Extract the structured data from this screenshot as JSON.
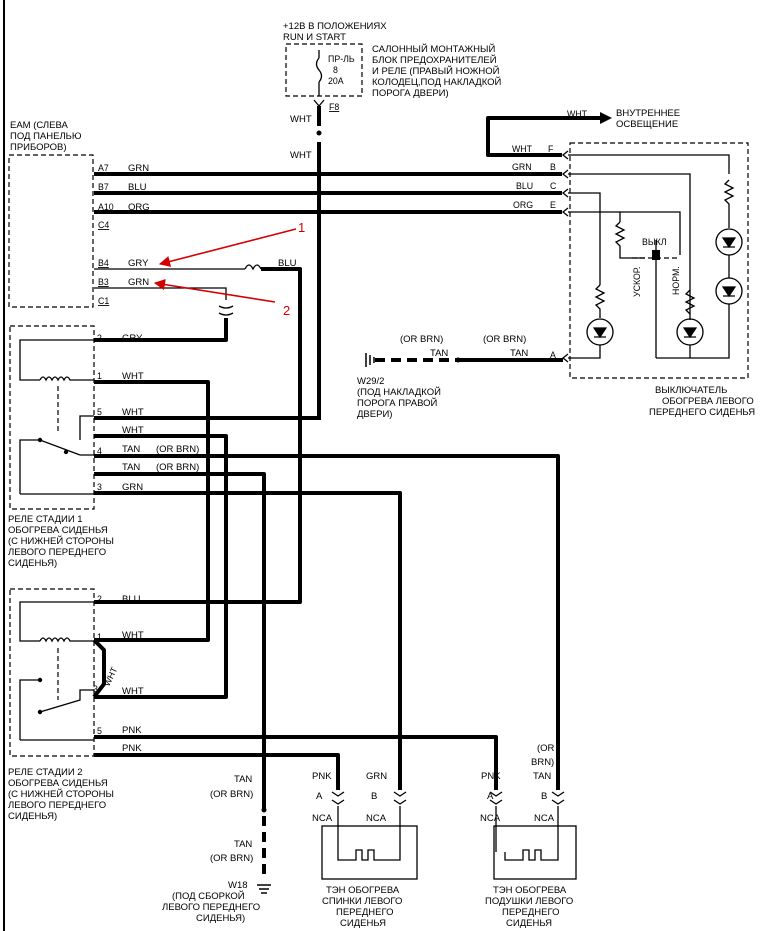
{
  "top": {
    "supply": [
      "+12В В ПОЛОЖЕНИЯХ",
      "RUN И START"
    ],
    "fuse": [
      "ПР-ЛЬ",
      "8",
      "20A"
    ],
    "fuse_block": [
      "САЛОННЫЙ МОНТАЖНЫЙ",
      "БЛОК ПРЕДОХРАНИТЕЛЕЙ",
      "И РЕЛЕ (ПРАВЫЙ НОЖНОЙ",
      "КОЛОДЕЦ,ПОД НАКЛАДКОЙ",
      "ПОРОГА ДВЕРИ)"
    ],
    "fuse_pin": "F8",
    "wht1": "WHT",
    "wht2": "WHT"
  },
  "eam": {
    "label": [
      "EAM (СЛЕВА",
      "ПОД ПАНЕЛЬЮ",
      "ПРИБОРОВ)"
    ],
    "pins": [
      "A7",
      "B7",
      "A10",
      "C4",
      "B4",
      "B3",
      "C1"
    ],
    "wires": [
      "GRN",
      "BLU",
      "ORG",
      "GRY",
      "GRN"
    ],
    "blu_right": "BLU"
  },
  "switch": {
    "int_light_wire": "WHT",
    "int_light": [
      "ВНУТРЕННЕЕ",
      "ОСВЕЩЕНИЕ"
    ],
    "pin_wires": [
      "WHT",
      "GRN",
      "BLU",
      "ORG"
    ],
    "pins": [
      "F",
      "B",
      "C",
      "E",
      "A"
    ],
    "off": "ВЫКЛ",
    "fast": "УСКОР.",
    "norm": "НОРМ.",
    "label": [
      "ВЫКЛЮЧАТЕЛЬ",
      "ОБОГРЕВА ЛЕВОГО",
      "ПЕРЕДНЕГО СИДЕНЬЯ"
    ]
  },
  "ground_right": {
    "or_brn1": "(OR BRN)",
    "or_brn2": "(OR BRN)",
    "tan1": "TAN",
    "tan2": "TAN",
    "label": [
      "W29/2",
      "(ПОД НАКЛАДКОЙ",
      "ПОРОГА ПРАВОЙ",
      "ДВЕРИ)"
    ]
  },
  "relay1": {
    "pins": [
      "2",
      "1",
      "5",
      "4",
      "3"
    ],
    "wires": [
      "GRY",
      "WHT",
      "WHT",
      "WHT",
      "TAN",
      "(OR BRN)",
      "TAN",
      "(OR BRN)",
      "GRN"
    ],
    "label": [
      "РЕЛЕ СТАДИИ 1",
      "ОБОГРЕВА СИДЕНЬЯ",
      "(С НИЖНЕЙ СТОРОНЫ",
      "ЛЕВОГО ПЕРЕДНЕГО",
      "СИДЕНЬЯ)"
    ]
  },
  "relay2": {
    "pins": [
      "2",
      "1",
      "3",
      "5"
    ],
    "wires": [
      "BLU",
      "WHT",
      "WHT",
      "WHT",
      "PNK",
      "PNK"
    ],
    "label": [
      "РЕЛЕ СТАДИИ 2",
      "ОБОГРЕВА СИДЕНЬЯ",
      "(С НИЖНЕЙ СТОРОНЫ",
      "ЛЕВОГО ПЕРЕДНЕГО",
      "СИДЕНЬЯ)"
    ]
  },
  "ground_bottom": {
    "tan1": "TAN",
    "or_brn1": "(OR BRN)",
    "tan2": "TAN",
    "or_brn2": "(OR BRN)",
    "label": [
      "W18",
      "(ПОД СБОРКОЙ",
      "ЛЕВОГО ПЕРЕДНЕГО",
      "СИДЕНЬЯ)"
    ]
  },
  "heater_back": {
    "wires": [
      "PNK",
      "GRN"
    ],
    "pins": [
      "A",
      "B"
    ],
    "conn": [
      "NCA",
      "NCA"
    ],
    "label": [
      "ТЭН ОБОГРЕВА",
      "СПИНКИ ЛЕВОГО",
      "ПЕРЕДНЕГО",
      "СИДЕНЬЯ"
    ]
  },
  "heater_cushion": {
    "wires": [
      "PNK",
      "(OR",
      "BRN)",
      "TAN"
    ],
    "pins": [
      "A",
      "B"
    ],
    "conn": [
      "NCA",
      "NCA"
    ],
    "label": [
      "ТЭН ОБОГРЕВА",
      "ПОДУШКИ ЛЕВОГО",
      "ПЕРЕДНЕГО",
      "СИДЕНЬЯ"
    ]
  },
  "annotations": [
    "1",
    "2"
  ]
}
